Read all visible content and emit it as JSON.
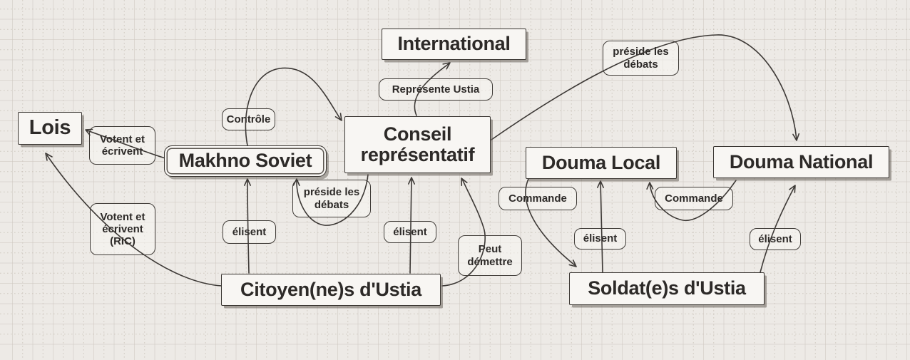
{
  "app": {
    "title": "Ustia governance diagram"
  },
  "canvas": {
    "background_color": "#edeae6",
    "grid_major_color": "#cdc7bf",
    "grid_minor_dotted_color": "#b3a99e",
    "node_fill_color": "#f8f6f3",
    "stroke_color": "#3a3632",
    "text_color": "#2d2a28"
  },
  "nodes": [
    {
      "id": "lois",
      "label": "Lois"
    },
    {
      "id": "makhno-soviet",
      "label": "Makhno Soviet"
    },
    {
      "id": "international",
      "label": "International"
    },
    {
      "id": "conseil-representatif",
      "label": "Conseil représentatif"
    },
    {
      "id": "douma-local",
      "label": "Douma Local"
    },
    {
      "id": "douma-national",
      "label": "Douma National"
    },
    {
      "id": "citoyens-ustia",
      "label": "Citoyen(ne)s d'Ustia"
    },
    {
      "id": "soldats-ustia",
      "label": "Soldat(e)s d'Ustia"
    }
  ],
  "edge_labels": [
    {
      "id": "votent-ecrivent",
      "label": "Votent et écrivent"
    },
    {
      "id": "controle",
      "label": "Contrôle"
    },
    {
      "id": "represente-ustia",
      "label": "Représente Ustia"
    },
    {
      "id": "preside-debats-national",
      "label": "préside les débats"
    },
    {
      "id": "preside-debats-soviet",
      "label": "préside les débats"
    },
    {
      "id": "elisent-makhno",
      "label": "élisent"
    },
    {
      "id": "elisent-conseil",
      "label": "élisent"
    },
    {
      "id": "peut-demettre",
      "label": "Peut démettre"
    },
    {
      "id": "votent-ecrivent-ric",
      "label": "Votent et écrivent (RIC)"
    },
    {
      "id": "commande-soldats",
      "label": "Commande"
    },
    {
      "id": "commande-douma-local",
      "label": "Commande"
    },
    {
      "id": "elisent-douma-local",
      "label": "élisent"
    },
    {
      "id": "elisent-douma-national",
      "label": "élisent"
    }
  ],
  "edges": [
    {
      "from": "Makhno Soviet",
      "to": "Lois",
      "label": "Votent et écrivent"
    },
    {
      "from": "Citoyen(ne)s d'Ustia",
      "to": "Lois",
      "label": "Votent et écrivent (RIC)"
    },
    {
      "from": "Makhno Soviet",
      "to": "Conseil représentatif",
      "label": "Contrôle"
    },
    {
      "from": "Conseil représentatif",
      "to": "International",
      "label": "Représente Ustia"
    },
    {
      "from": "Conseil représentatif",
      "to": "Douma National",
      "label": "préside les débats"
    },
    {
      "from": "Conseil représentatif",
      "to": "Makhno Soviet",
      "label": "préside les débats"
    },
    {
      "from": "Citoyen(ne)s d'Ustia",
      "to": "Makhno Soviet",
      "label": "élisent"
    },
    {
      "from": "Citoyen(ne)s d'Ustia",
      "to": "Conseil représentatif",
      "label": "élisent"
    },
    {
      "from": "Citoyen(ne)s d'Ustia",
      "to": "Conseil représentatif",
      "label": "Peut démettre"
    },
    {
      "from": "Soldat(e)s d'Ustia",
      "to": "Douma Local",
      "label": "élisent"
    },
    {
      "from": "Soldat(e)s d'Ustia",
      "to": "Douma National",
      "label": "élisent"
    },
    {
      "from": "Douma Local",
      "to": "Soldat(e)s d'Ustia",
      "label": "Commande"
    },
    {
      "from": "Douma National",
      "to": "Douma Local",
      "label": "Commande"
    }
  ]
}
